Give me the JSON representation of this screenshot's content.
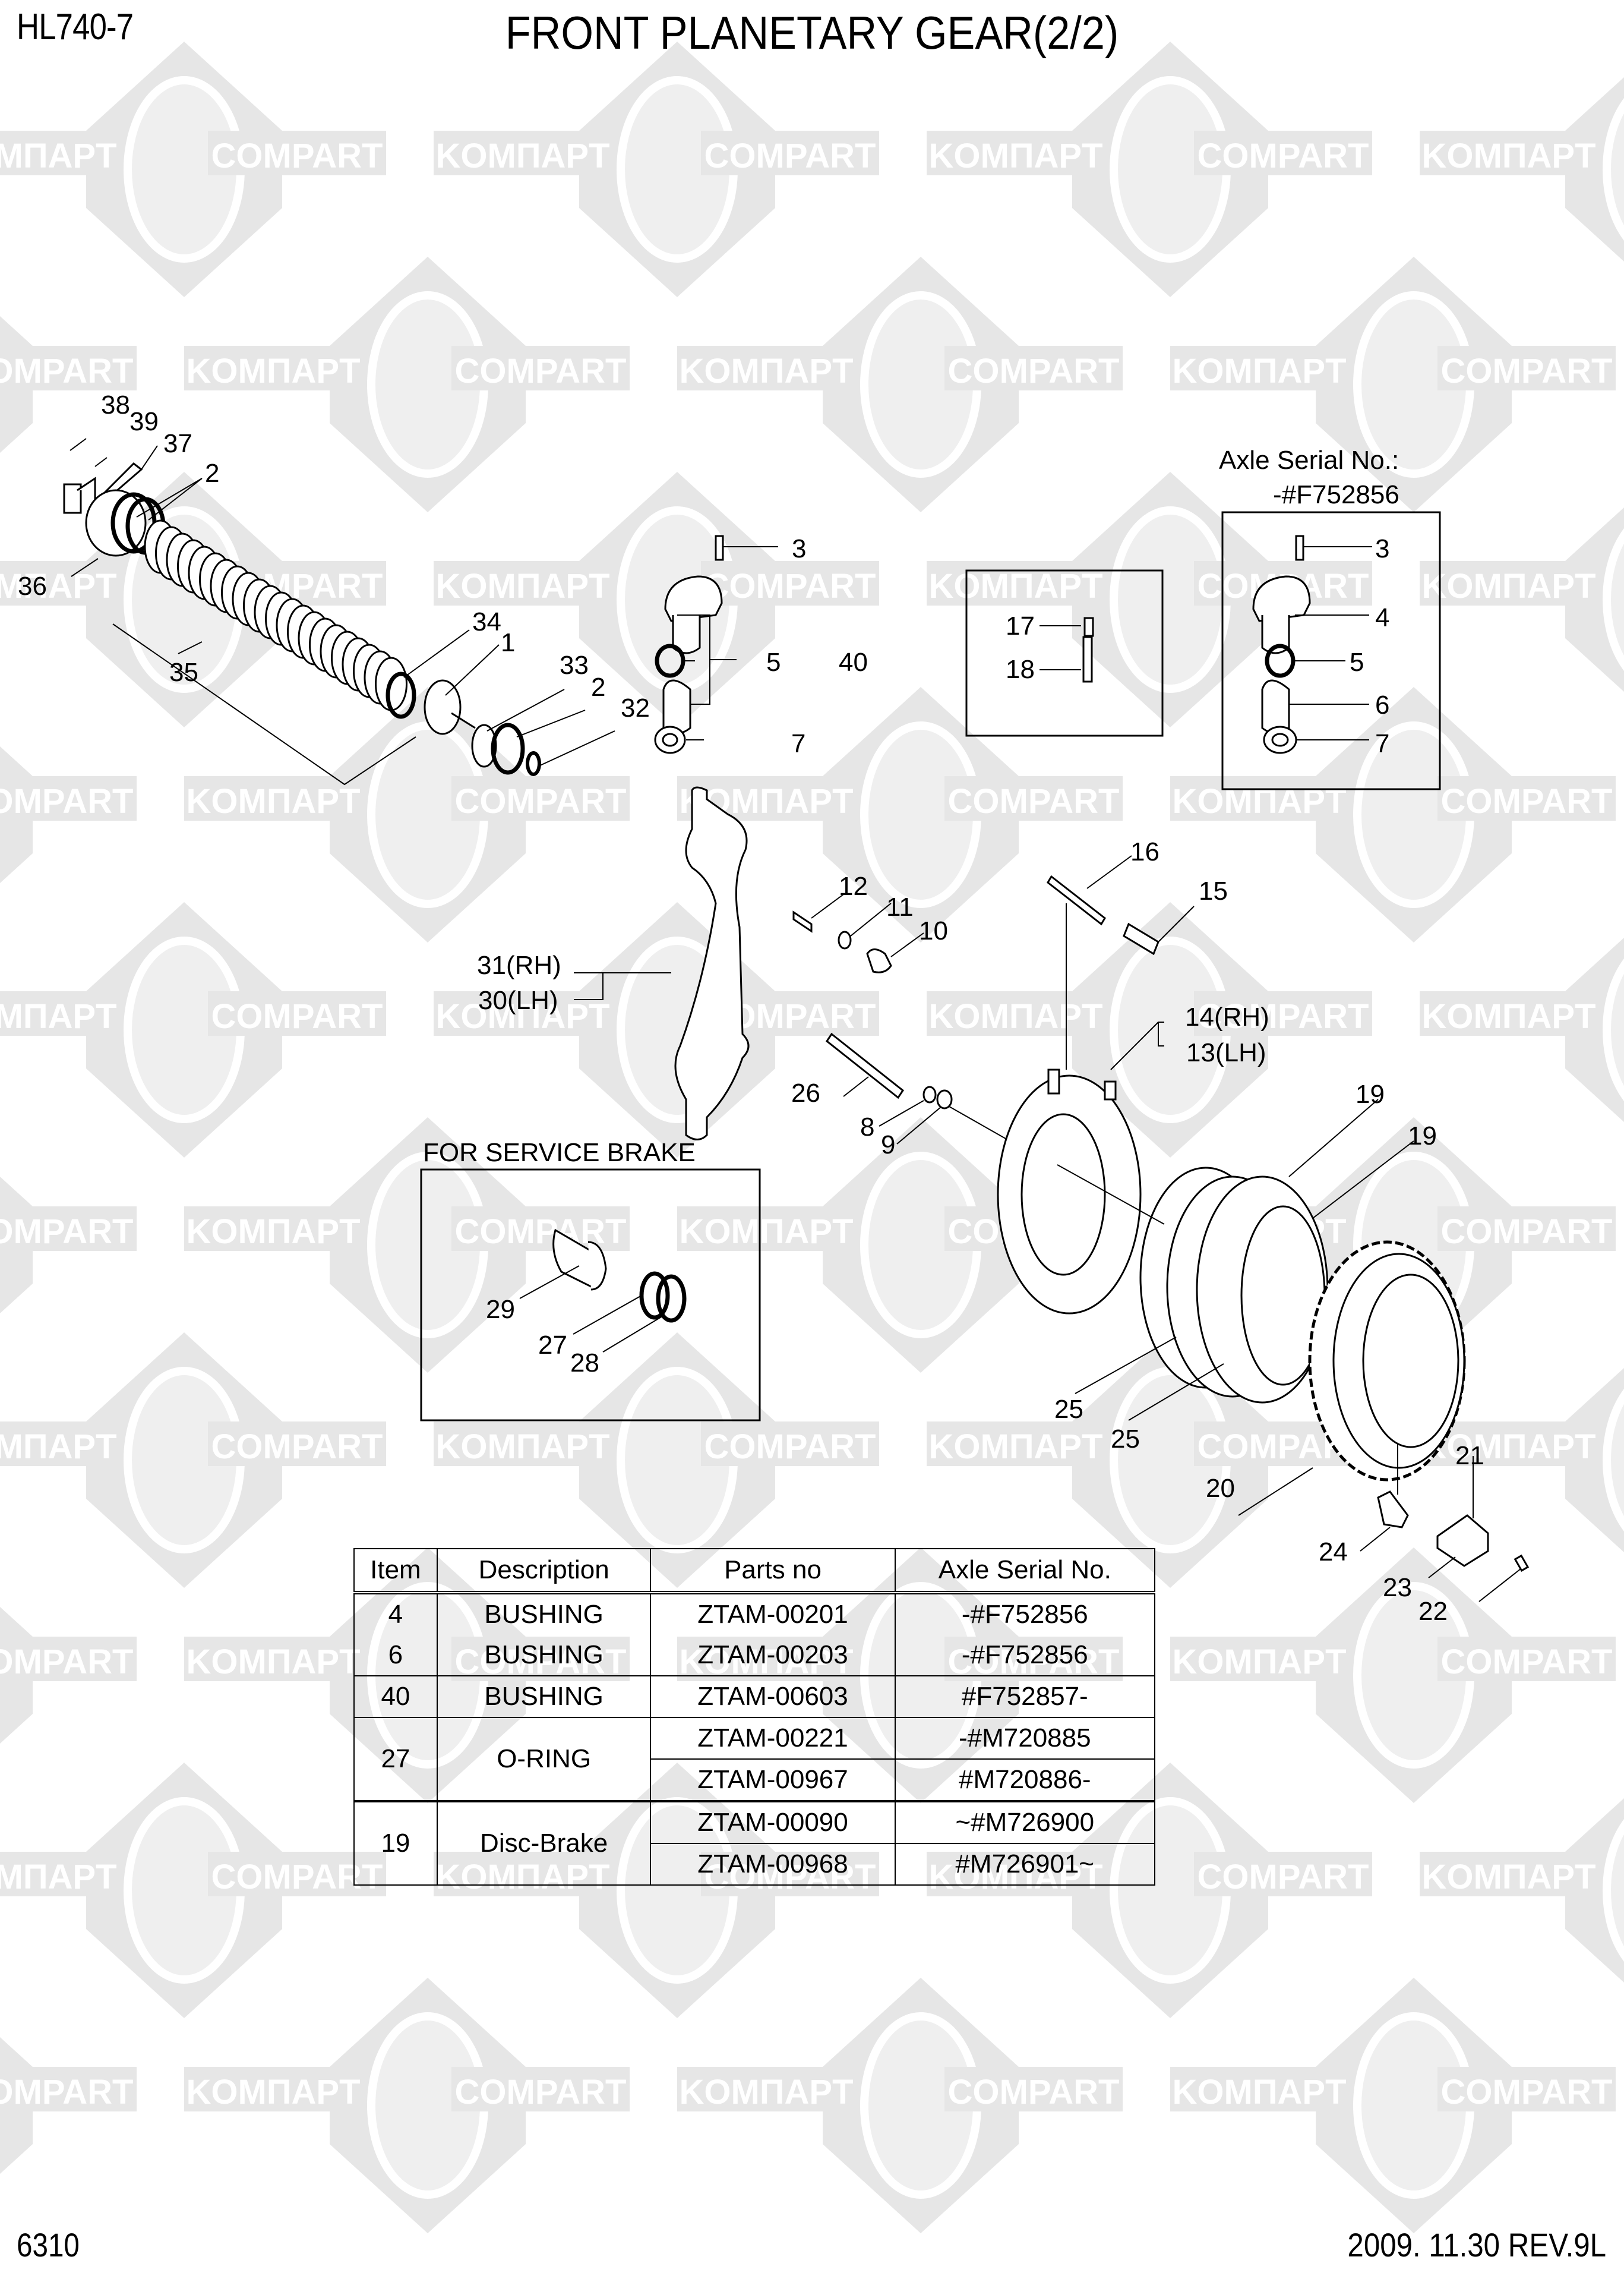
{
  "header": {
    "model": "HL740-7",
    "title": "FRONT PLANETARY GEAR(2/2)"
  },
  "footer": {
    "page_number": "6310",
    "date_revision": "2009. 11.30  REV.9L"
  },
  "watermark": {
    "text_latin": "COMPART",
    "text_cyrillic": "KOMПAPT",
    "color": "#e6e6e6"
  },
  "callouts": {
    "c38": "38",
    "c39": "39",
    "c37": "37",
    "c2a": "2",
    "c36": "36",
    "c35": "35",
    "c34": "34",
    "c1": "1",
    "c33": "33",
    "c2b": "2",
    "c32": "32",
    "c3a": "3",
    "c5a": "5",
    "c40": "40",
    "c7a": "7",
    "c17": "17",
    "c18": "18",
    "c3b": "3",
    "c4": "4",
    "c5b": "5",
    "c6": "6",
    "c7b": "7",
    "c12": "12",
    "c11": "11",
    "c10": "10",
    "c31": "31(RH)",
    "c30": "30(LH)",
    "c16": "16",
    "c15": "15",
    "c14": "14(RH)",
    "c13": "13(LH)",
    "c26": "26",
    "c8": "8",
    "c9": "9",
    "c19a": "19",
    "c19b": "19",
    "c29": "29",
    "c27": "27",
    "c28": "28",
    "c25a": "25",
    "c25b": "25",
    "c20": "20",
    "c21": "21",
    "c24": "24",
    "c23": "23",
    "c22": "22"
  },
  "notes": {
    "axle_serial_label": "Axle Serial No.:",
    "axle_serial_value": "-#F752856",
    "service_brake_label": "FOR SERVICE BRAKE"
  },
  "parts_table": {
    "columns": [
      "Item",
      "Description",
      "Parts no",
      "Axle Serial No."
    ],
    "rows": [
      {
        "item": "4",
        "description": "BUSHING",
        "parts_no": [
          "ZTAM-00201"
        ],
        "axle_serial": [
          "-#F752856"
        ]
      },
      {
        "item": "6",
        "description": "BUSHING",
        "parts_no": [
          "ZTAM-00203"
        ],
        "axle_serial": [
          "-#F752856"
        ]
      },
      {
        "item": "40",
        "description": "BUSHING",
        "parts_no": [
          "ZTAM-00603"
        ],
        "axle_serial": [
          "#F752857-"
        ]
      },
      {
        "item": "27",
        "description": "O-RING",
        "parts_no": [
          "ZTAM-00221",
          "ZTAM-00967"
        ],
        "axle_serial": [
          "-#M720885",
          "#M720886-"
        ]
      },
      {
        "item": "19",
        "description": "Disc-Brake",
        "parts_no": [
          "ZTAM-00090",
          "ZTAM-00968"
        ],
        "axle_serial": [
          "~#M726900",
          "#M726901~"
        ]
      }
    ]
  }
}
